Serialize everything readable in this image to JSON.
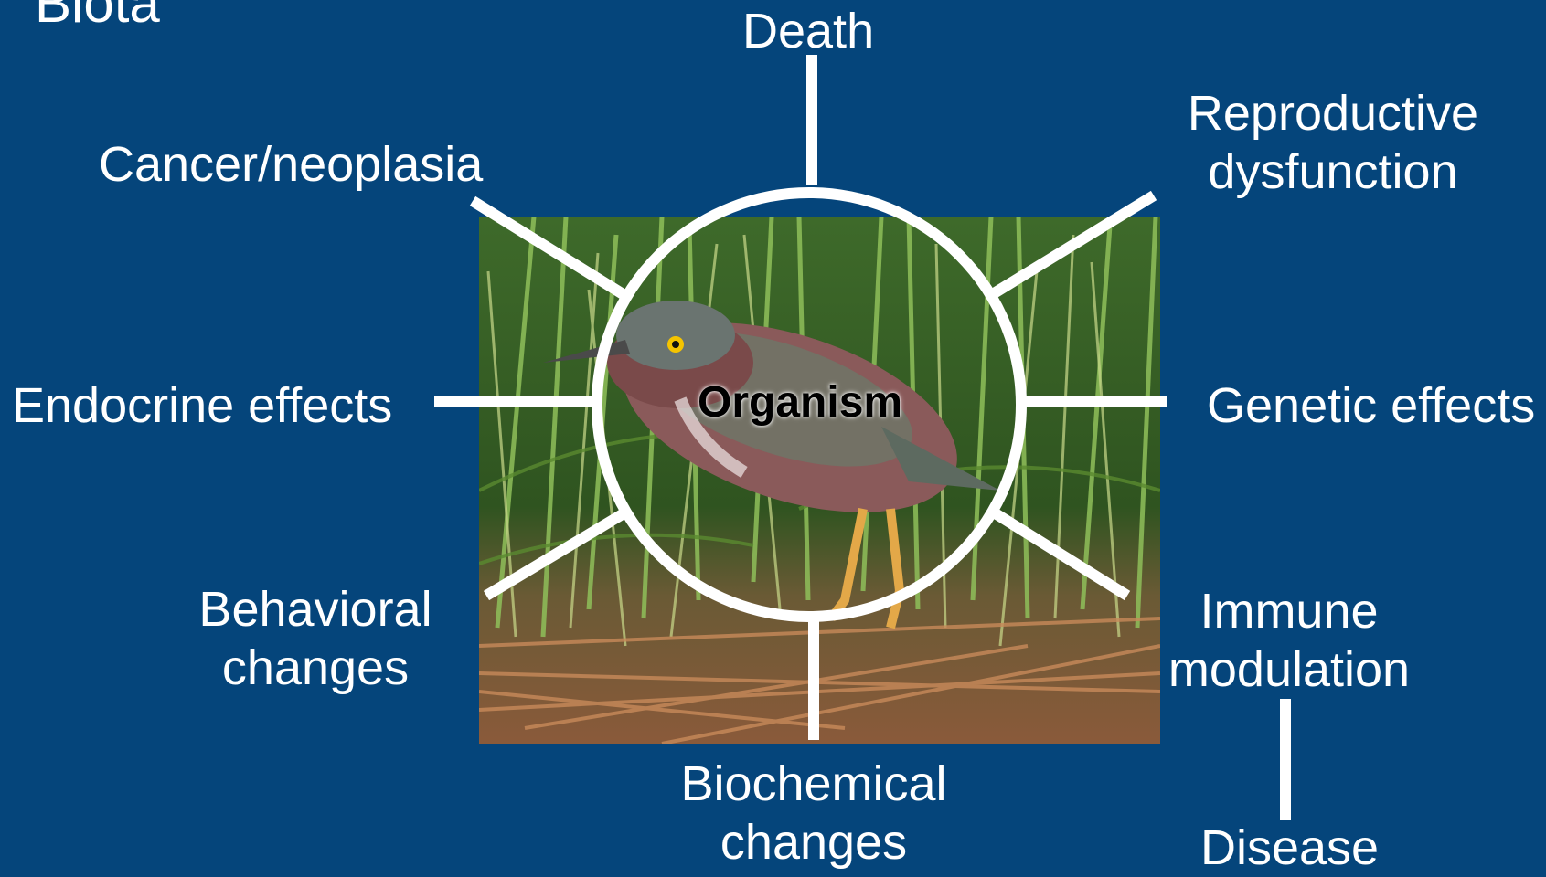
{
  "slide": {
    "title_fragment": "Biota",
    "center_label": "Organism"
  },
  "effects": {
    "death": "Death",
    "reproductive_line1": "Reproductive",
    "reproductive_line2": "dysfunction",
    "cancer": "Cancer/neoplasia",
    "endocrine": "Endocrine effects",
    "genetic": "Genetic effects",
    "behavioral_line1": "Behavioral",
    "behavioral_line2": "changes",
    "immune_line1": "Immune",
    "immune_line2": "modulation",
    "biochemical_line1": "Biochemical",
    "biochemical_line2": "changes",
    "disease": "Disease"
  },
  "colors": {
    "background": "#05457b",
    "text": "#ffffff",
    "lines": "#ffffff"
  },
  "icons": {
    "photo": "green-heron-in-marsh-photo"
  }
}
